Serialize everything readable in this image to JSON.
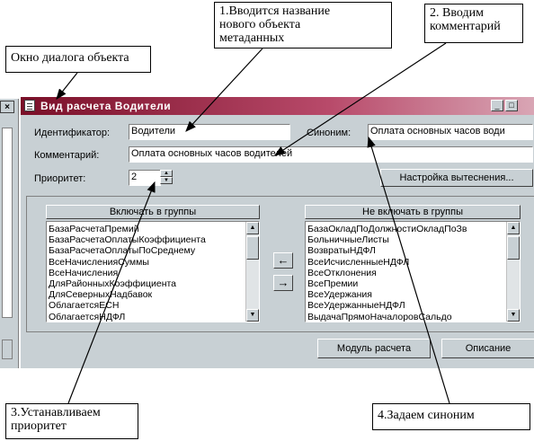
{
  "callouts": {
    "name_callout": [
      "1.Вводится название",
      "нового объекта",
      "метаданных"
    ],
    "comment_callout": [
      "2. Вводим",
      "комментарий"
    ],
    "window_callout": "Окно диалога объекта",
    "priority_callout": [
      "3.Устанавливаем",
      "приоритет"
    ],
    "synonym_callout": "4.Задаем синоним"
  },
  "background_window": {
    "close_label": "×"
  },
  "window": {
    "title": "Вид расчета Водители",
    "minimize_label": "_",
    "maximize_label": "□",
    "identifier_label": "Идентификатор:",
    "identifier_value": "Водители",
    "synonym_label": "Синоним:",
    "synonym_value": "Оплата основных часов води",
    "comment_label": "Комментарий:",
    "comment_value": "Оплата основных часов водителей",
    "priority_label": "Приоритет:",
    "priority_value": "2",
    "displacement_button": "Настройка вытеснения...",
    "include_header": "Включать в группы",
    "exclude_header": "Не включать в группы",
    "include_items": [
      "БазаРасчетаПремий",
      "БазаРасчетаОплатыКоэффициента",
      "БазаРасчетаОплатыПоСреднему",
      "ВсеНачисленияСуммы",
      "ВсеНачисления",
      "ДляРайонныхКоэффициента",
      "ДляСеверныхНадбавок",
      "ОблагаетсяЕСН",
      "ОблагаетсяНДФЛ"
    ],
    "exclude_items": [
      "БазаОкладПоДолжностиОкладПоЗв",
      "БольничныеЛисты",
      "ВозвратыНДФЛ",
      "ВсеИсчисленныеНДФЛ",
      "ВсеОтклонения",
      "ВсеПремии",
      "ВсеУдержания",
      "ВсеУдержанныеНДФЛ",
      "ВыдачаПрямоНачалоровСальдо"
    ],
    "move_left_label": "←",
    "move_right_label": "→",
    "module_button": "Модуль расчета",
    "description_button": "Описание"
  }
}
